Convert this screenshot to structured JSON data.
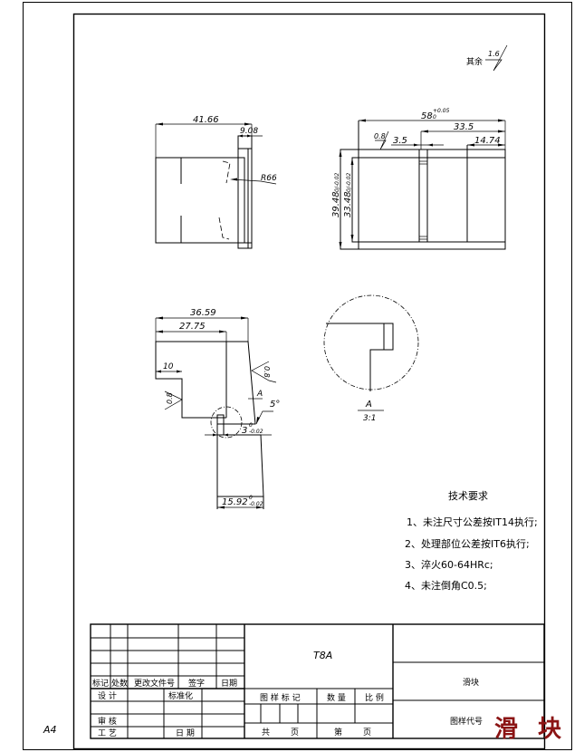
{
  "sheet": {
    "paper_size": "A4",
    "other_roughness": {
      "label": "其余",
      "value": "1.6"
    }
  },
  "views": {
    "side_view": {
      "dims": {
        "overall_width": "41.66",
        "flange": "9.08",
        "radius": "R66"
      }
    },
    "front_view": {
      "dims": {
        "length": "58",
        "length_tol_upper": "+0.05",
        "length_tol_lower": "0",
        "to_slot": "33.5",
        "right_step": "14.74",
        "slot_width": "3.5",
        "roughness": "0.8",
        "height_outer": "39.48",
        "height_outer_tol": "0/-0.02",
        "height_inner": "33.48",
        "height_inner_tol": "0/-0.02"
      }
    },
    "section_view": {
      "dims": {
        "top_width": "36.59",
        "inner_width": "27.75",
        "step": "10",
        "roughness_left": "0.8",
        "roughness_right": "0.8",
        "angle": "5°",
        "detail_label": "A",
        "groove": "3",
        "groove_tol_upper": "0",
        "groove_tol_lower": "-0.02",
        "bottom_width": "15.92",
        "bottom_tol_upper": "0",
        "bottom_tol_lower": "-0.02"
      }
    },
    "detail_view": {
      "label": "A",
      "scale": "3:1"
    }
  },
  "tech_requirements": {
    "title": "技术要求",
    "items": [
      "1、未注尺寸公差按IT14执行;",
      "2、处理部位公差按IT6执行;",
      "3、淬火60-64HRc;",
      "4、未注倒角C0.5;"
    ]
  },
  "title_block": {
    "material": "T8A",
    "part_name": "滑块",
    "drawing_code_label": "图样代号",
    "revision_headers": [
      "标记",
      "处数",
      "更改文件号",
      "签字",
      "日期"
    ],
    "design_label": "设 计",
    "standardization_label": "标准化",
    "review_label": "审 核",
    "process_label": "工 艺",
    "date_label": "日 期",
    "drawing_mark_label": "图 样 标 记",
    "quantity_label": "数 量",
    "scale_label": "比 例",
    "total_label": "共",
    "page_label": "页",
    "sheet_label": "第",
    "sheet_page_label": "页"
  },
  "watermark": "滑块"
}
